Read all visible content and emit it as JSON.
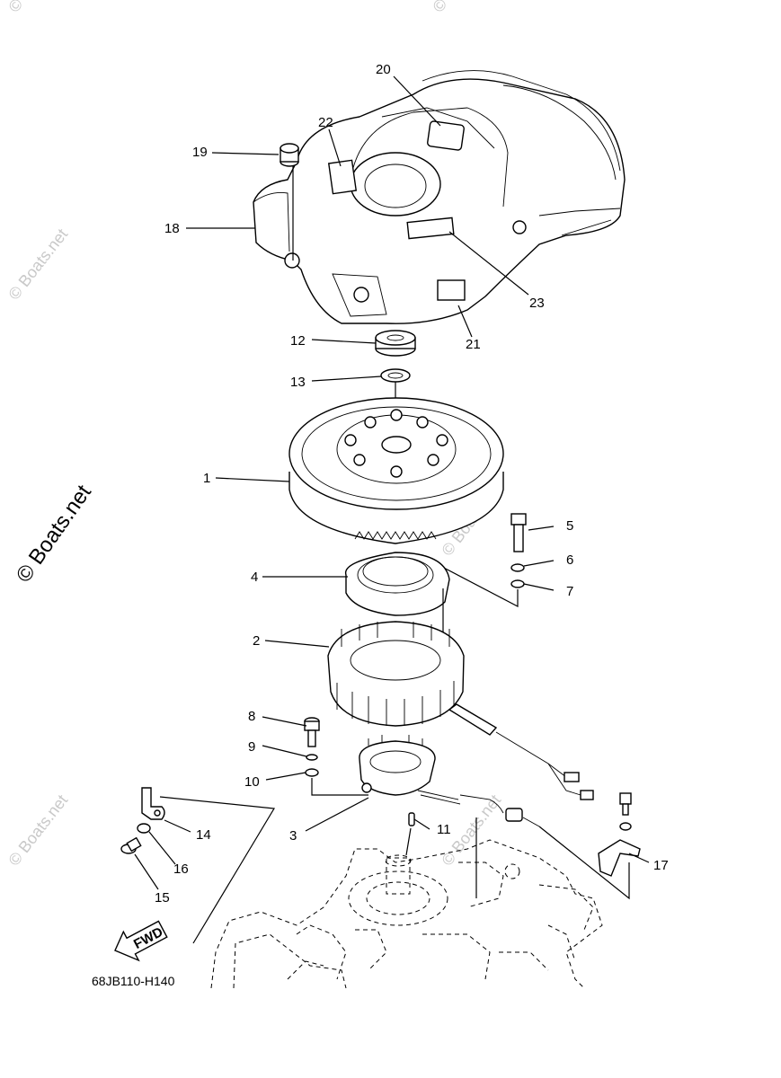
{
  "watermark": {
    "main": "© Boats.net",
    "faint": "© Boats.net"
  },
  "diagram_code": "68JB110-H140",
  "fwd_label": "FWD",
  "callouts": {
    "c1": "1",
    "c2": "2",
    "c3": "3",
    "c4": "4",
    "c5": "5",
    "c6": "6",
    "c7": "7",
    "c8": "8",
    "c9": "9",
    "c10": "10",
    "c11": "11",
    "c12": "12",
    "c13": "13",
    "c14": "14",
    "c15": "15",
    "c16": "16",
    "c17": "17",
    "c18": "18",
    "c19": "19",
    "c20": "20",
    "c21": "21",
    "c22": "22",
    "c23": "23"
  }
}
